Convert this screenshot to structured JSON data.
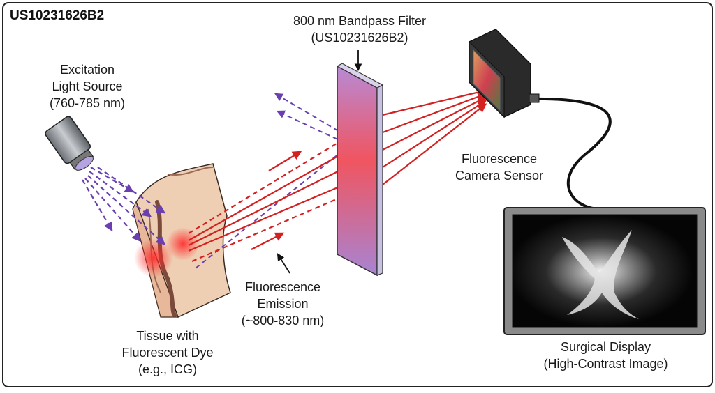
{
  "patent_id": "US10231626B2",
  "labels": {
    "filter": [
      "800 nm Bandpass Filter",
      "(US10231626B2)"
    ],
    "source": [
      "Excitation",
      "Light Source",
      "(760-785 nm)"
    ],
    "camera": [
      "Fluorescence",
      "Camera Sensor"
    ],
    "emission": [
      "Fluorescence",
      "Emission",
      "(~800-830 nm)"
    ],
    "tissue": [
      "Tissue with",
      "Fluorescent Dye",
      "(e.g., ICG)"
    ],
    "display": [
      "Surgical Display",
      "(High-Contrast Image)"
    ]
  },
  "colors": {
    "excitation": "#6a3fb0",
    "emission": "#d42020",
    "frame": "#222222"
  }
}
